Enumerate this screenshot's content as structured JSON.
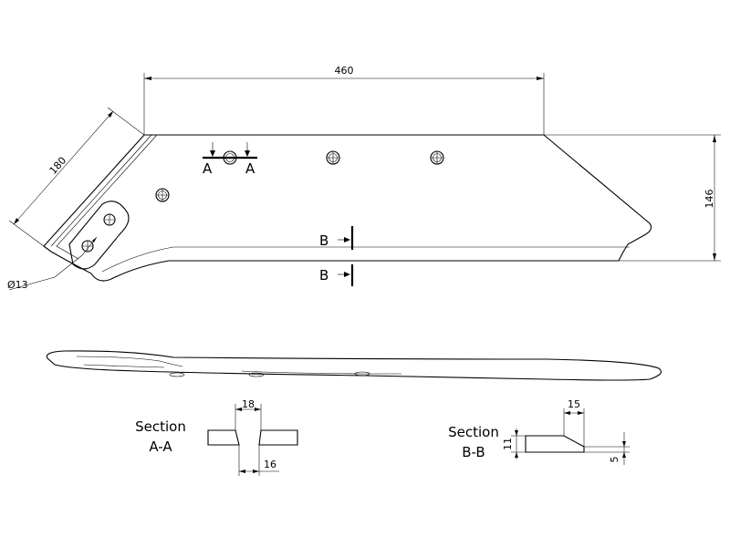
{
  "dimensions": {
    "length": "460",
    "edge": "180",
    "height": "146",
    "hole": "Ø13",
    "a_top": "18",
    "a_bottom": "16",
    "b_width": "15",
    "b_thickness": "11",
    "b_edge": "5"
  },
  "markers": {
    "a_left": "A",
    "a_right": "A",
    "b_top": "B",
    "b_bottom": "B"
  },
  "sections": {
    "a_line1": "Section",
    "a_line2": "A-A",
    "b_line1": "Section",
    "b_line2": "B-B"
  }
}
